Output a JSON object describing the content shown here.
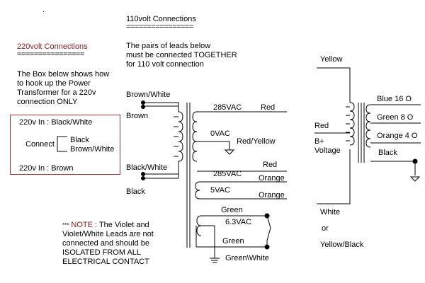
{
  "stray_mark": ".",
  "left_panel": {
    "title": "220volt Connections",
    "title_underline": "================",
    "description": [
      "The Box below shows how",
      "to hook up the Power",
      "Transformer for a 220v",
      "connection ONLY"
    ],
    "box": {
      "line1": "220v In : Black/White",
      "connect_label": "Connect",
      "connect_items": [
        "Black",
        "Brown/White"
      ],
      "line2": "220v In : Brown"
    }
  },
  "center_panel": {
    "title": "110volt Connections",
    "title_underline": "================",
    "description": [
      "The pairs of leads below",
      "must be connected TOGETHER",
      "for 110 volt connection"
    ]
  },
  "note": {
    "prefix": "***",
    "label": "NOTE :",
    "lines": [
      "The Violet and",
      "Violet/White Leads are not",
      "connected and should be",
      "ISOLATED FROM ALL",
      "ELECTRICAL CONTACT"
    ]
  },
  "power_transformer": {
    "primary_leads": [
      "Brown/White",
      "Brown",
      "Black/White",
      "Black"
    ],
    "secondaries": [
      {
        "voltage": "285VAC",
        "lead": "Red"
      },
      {
        "voltage": "0VAC",
        "lead": "Red/Yellow"
      },
      {
        "voltage": "285VAC",
        "lead": "Red"
      },
      {
        "voltage": "5VAC",
        "leads": [
          "Orange",
          "Orange"
        ]
      },
      {
        "voltage": "6.3VAC",
        "leads": [
          "Green",
          "Green"
        ],
        "center_tap": "Green\\White"
      }
    ]
  },
  "output_transformer": {
    "primary_top": "Yellow",
    "b_plus": [
      "Red",
      "B+",
      "Voltage"
    ],
    "primary_bottom": [
      "White",
      "or",
      "Yellow/Black"
    ],
    "secondary_taps": [
      "Blue 16 O",
      "Green 8 O",
      "Orange 4 O",
      "Black"
    ]
  },
  "colors": {
    "accent_red": "#8b1a1a",
    "box_border": "#a83232",
    "ink": "#000000"
  }
}
